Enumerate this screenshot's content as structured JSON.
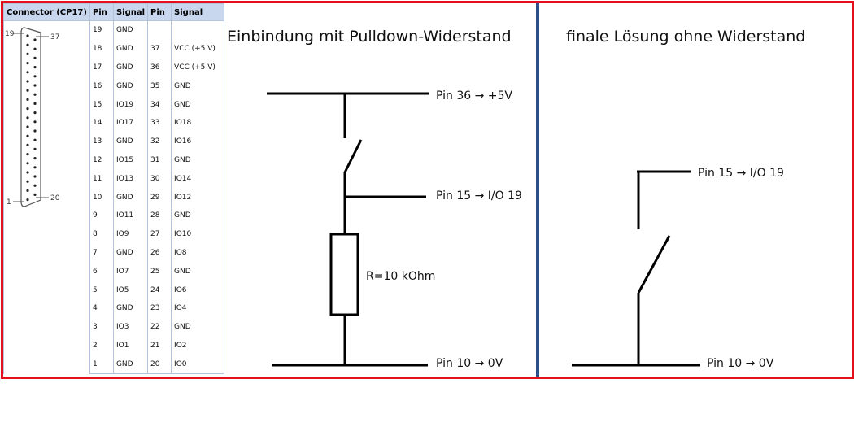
{
  "table": {
    "headers": [
      "Connector (CP17)",
      "Pin",
      "Signal",
      "Pin",
      "Signal"
    ],
    "connector_labels": {
      "top_left": "19",
      "top_right": "37",
      "bottom_left": "1",
      "bottom_right": "20"
    },
    "rows": [
      [
        "19",
        "GND",
        "",
        ""
      ],
      [
        "18",
        "GND",
        "37",
        "VCC (+5 V)"
      ],
      [
        "17",
        "GND",
        "36",
        "VCC (+5 V)"
      ],
      [
        "16",
        "GND",
        "35",
        "GND"
      ],
      [
        "15",
        "IO19",
        "34",
        "GND"
      ],
      [
        "14",
        "IO17",
        "33",
        "IO18"
      ],
      [
        "13",
        "GND",
        "32",
        "IO16"
      ],
      [
        "12",
        "IO15",
        "31",
        "GND"
      ],
      [
        "11",
        "IO13",
        "30",
        "IO14"
      ],
      [
        "10",
        "GND",
        "29",
        "IO12"
      ],
      [
        "9",
        "IO11",
        "28",
        "GND"
      ],
      [
        "8",
        "IO9",
        "27",
        "IO10"
      ],
      [
        "7",
        "GND",
        "26",
        "IO8"
      ],
      [
        "6",
        "IO7",
        "25",
        "GND"
      ],
      [
        "5",
        "IO5",
        "24",
        "IO6"
      ],
      [
        "4",
        "GND",
        "23",
        "IO4"
      ],
      [
        "3",
        "IO3",
        "22",
        "GND"
      ],
      [
        "2",
        "IO1",
        "21",
        "IO2"
      ],
      [
        "1",
        "GND",
        "20",
        "IO0"
      ]
    ]
  },
  "pulldown": {
    "title": "Einbindung mit Pulldown-Widerstand",
    "pin36": "Pin 36 → +5V",
    "pin15": "Pin 15 → I/O 19",
    "resistor": "R=10 kOhm",
    "pin10": "Pin 10 → 0V"
  },
  "final": {
    "title": "finale Lösung ohne Widerstand",
    "pin15": "Pin 15 → I/O 19",
    "pin10": "Pin 10 → 0V"
  },
  "colors": {
    "frame": "#e3101c",
    "divider": "#2f4d86",
    "header": "#c8d7ee"
  }
}
